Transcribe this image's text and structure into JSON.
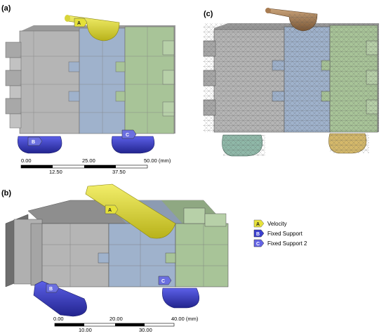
{
  "panels": {
    "a": "(a)",
    "b": "(b)",
    "c": "(c)"
  },
  "tags": {
    "A": "A",
    "B": "B",
    "C": "C"
  },
  "legend": [
    {
      "key": "A",
      "label": "Velocity",
      "color": "#e7e23a"
    },
    {
      "key": "B",
      "label": "Fixed Support",
      "color": "#3b3fd0"
    },
    {
      "key": "C",
      "label": "Fixed Support 2",
      "color": "#6464e6"
    }
  ],
  "scale_a": {
    "top": [
      "0.00",
      "25.00",
      "50.00 (mm)"
    ],
    "bottom": [
      "12.50",
      "37.50"
    ]
  },
  "scale_b": {
    "top": [
      "0.00",
      "20.00",
      "40.00 (mm)"
    ],
    "bottom": [
      "10.00",
      "30.00"
    ]
  },
  "colors": {
    "gray": "#b4b4b4",
    "blue": "#9fb2cc",
    "green": "#a8c498",
    "yellow": "#e5e138",
    "support": "#3b3fd0",
    "mesh_wood": "#b08a5a",
    "mesh_teal": "#8fb8a8",
    "mesh_gold": "#d4b86a"
  }
}
